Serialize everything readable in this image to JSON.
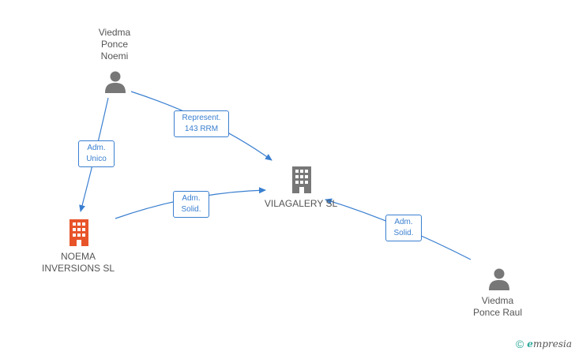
{
  "nodes": {
    "person_noemi": "Viedma\nPonce\nNoemi",
    "company_noema": "NOEMA\nINVERSIONS SL",
    "company_vilagalery": "VILAGALERY SL",
    "person_raul": "Viedma\nPonce Raul"
  },
  "edges": {
    "noemi_to_noema": "Adm.\nUnico",
    "noemi_to_vilagalery": "Represent.\n143 RRM",
    "noema_to_vilagalery": "Adm.\nSolid.",
    "raul_to_vilagalery": "Adm.\nSolid."
  },
  "colors": {
    "edge": "#3a7fd0",
    "person_icon": "#777777",
    "company_main": "#e8542a",
    "company_other": "#777777"
  },
  "footer": {
    "copyright": "©",
    "brand_initial": "e",
    "brand_rest": "mpresia"
  }
}
